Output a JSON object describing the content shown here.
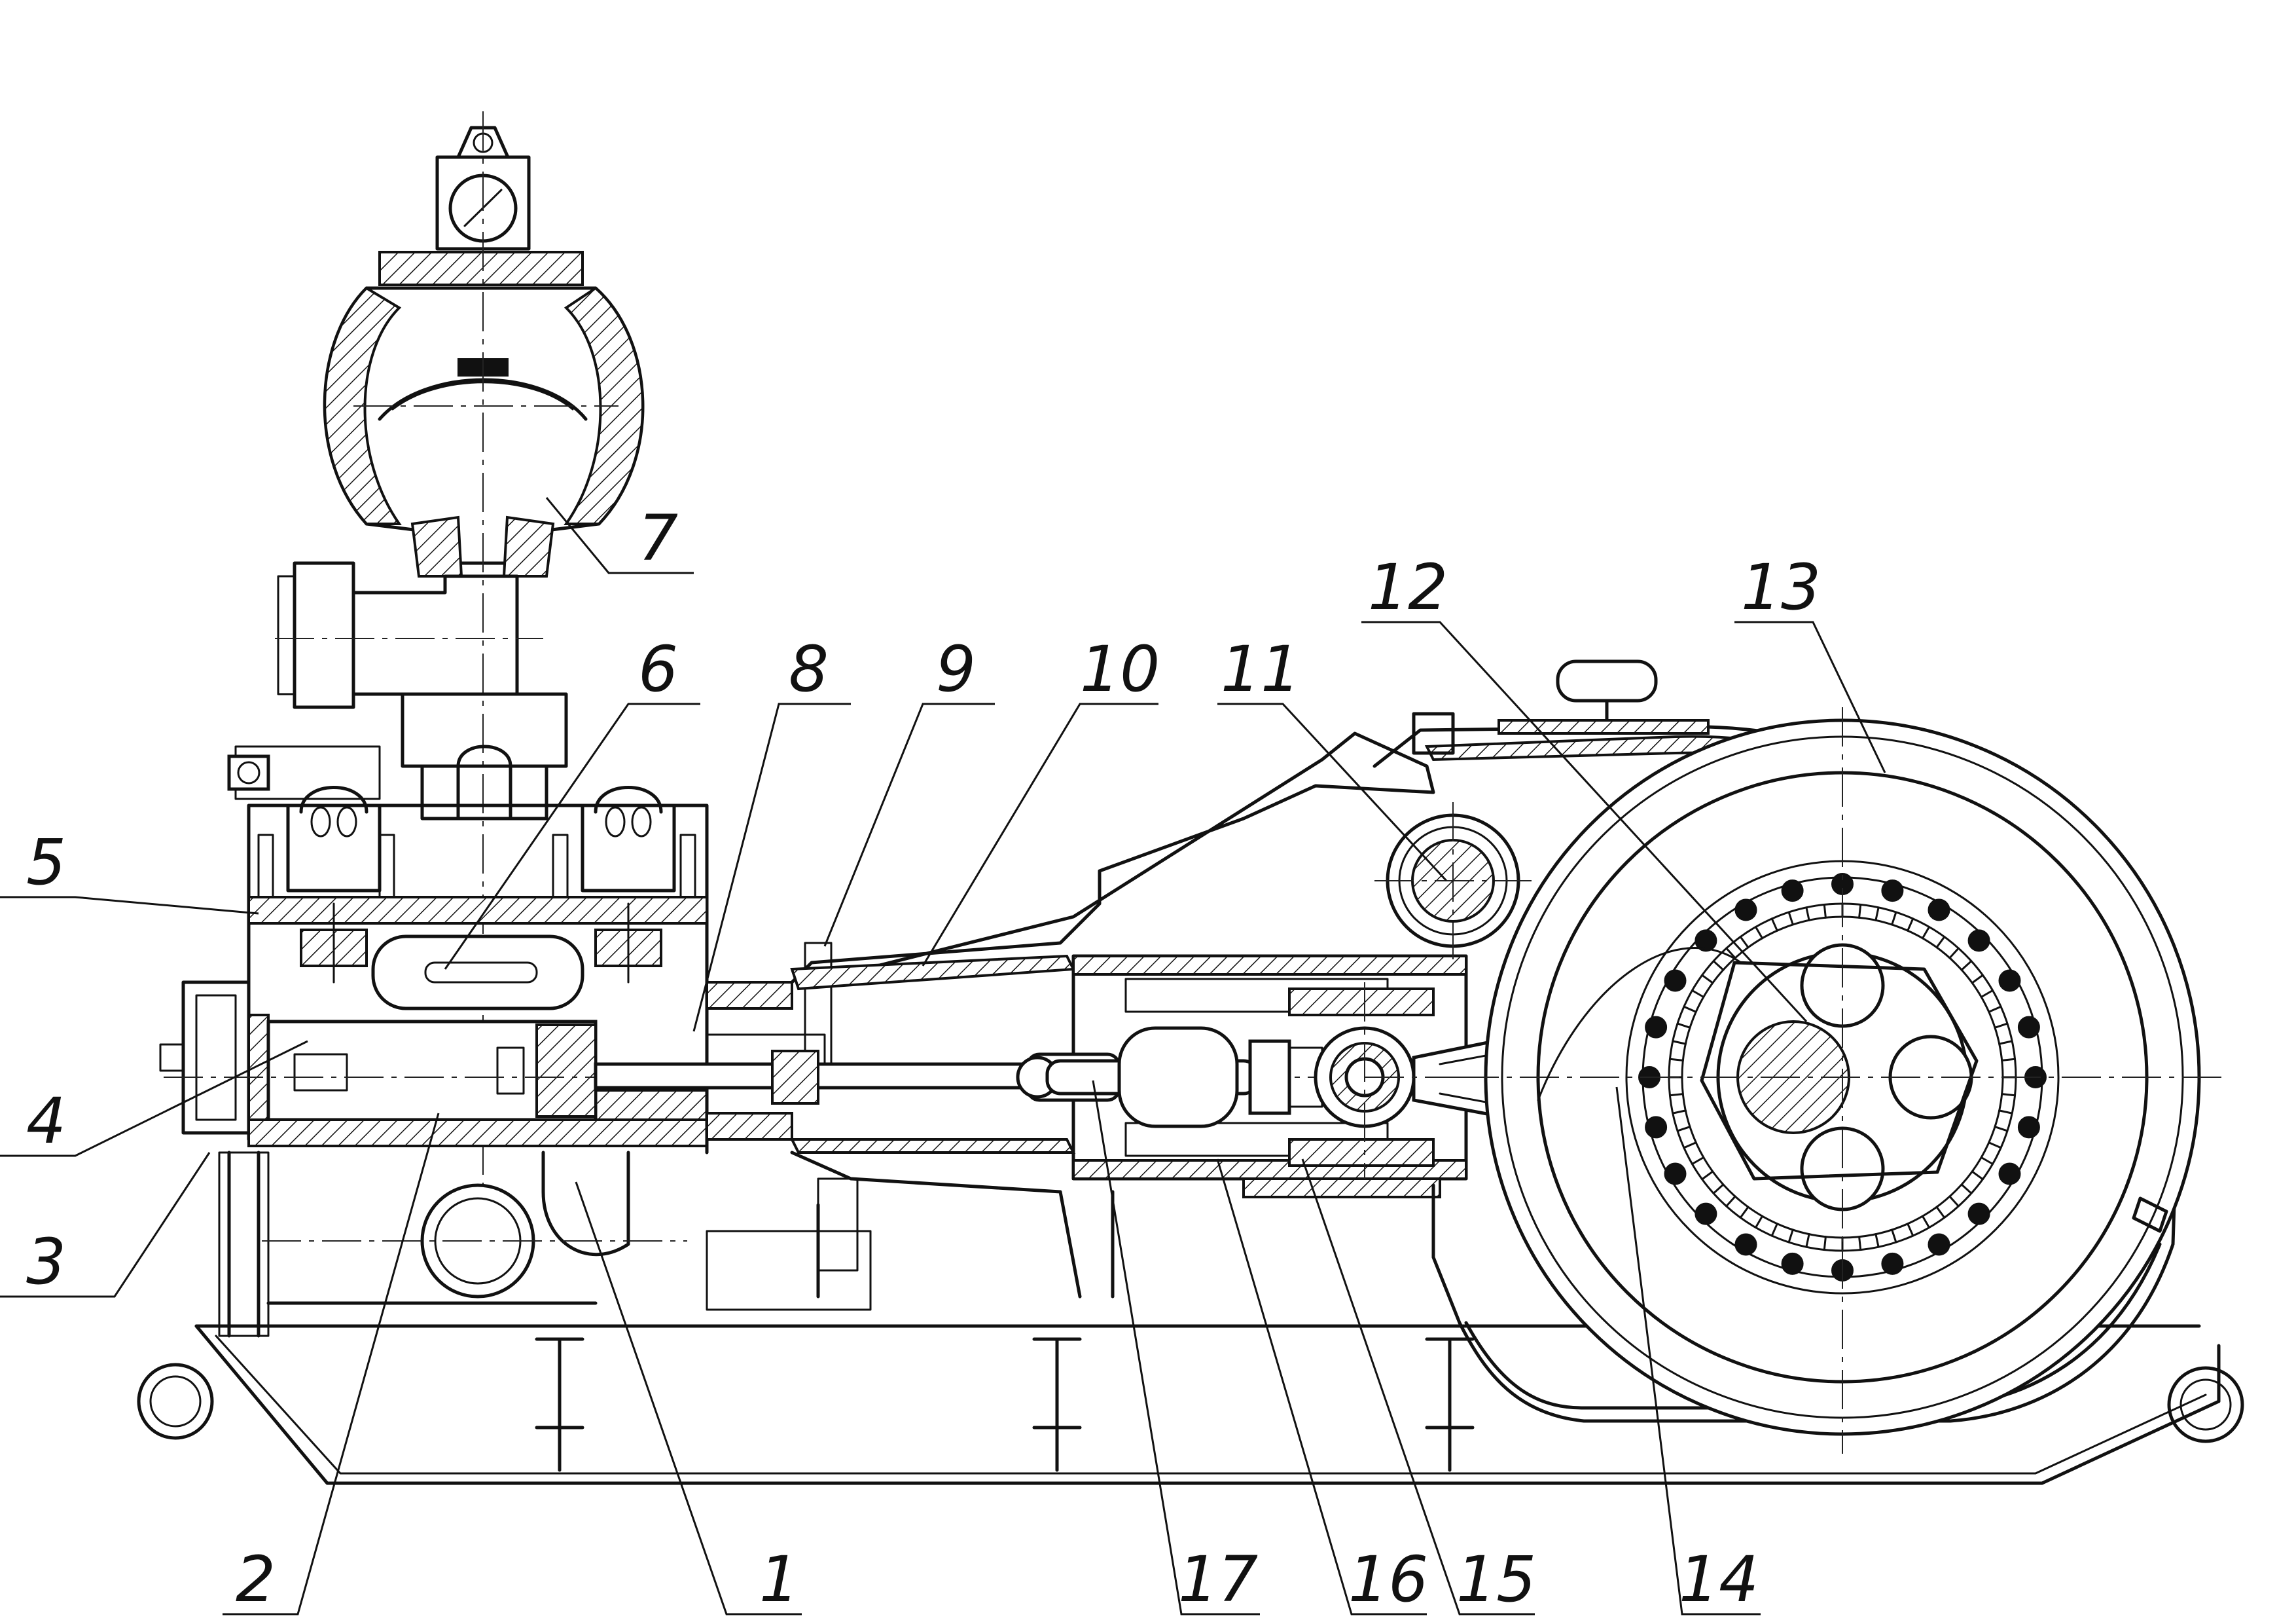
{
  "figure": {
    "subject": "drilling-mud-pump-section",
    "line_color": "#111111",
    "background_color": "#ffffff"
  },
  "callouts": [
    {
      "id": "c1",
      "label": "1"
    },
    {
      "id": "c2",
      "label": "2"
    },
    {
      "id": "c3",
      "label": "3"
    },
    {
      "id": "c4",
      "label": "4"
    },
    {
      "id": "c5",
      "label": "5"
    },
    {
      "id": "c6",
      "label": "6"
    },
    {
      "id": "c7",
      "label": "7"
    },
    {
      "id": "c8",
      "label": "8"
    },
    {
      "id": "c9",
      "label": "9"
    },
    {
      "id": "c10",
      "label": "10"
    },
    {
      "id": "c11",
      "label": "11"
    },
    {
      "id": "c12",
      "label": "12"
    },
    {
      "id": "c13",
      "label": "13"
    },
    {
      "id": "c14",
      "label": "14"
    },
    {
      "id": "c15",
      "label": "15"
    },
    {
      "id": "c16",
      "label": "16"
    },
    {
      "id": "c17",
      "label": "17"
    }
  ]
}
